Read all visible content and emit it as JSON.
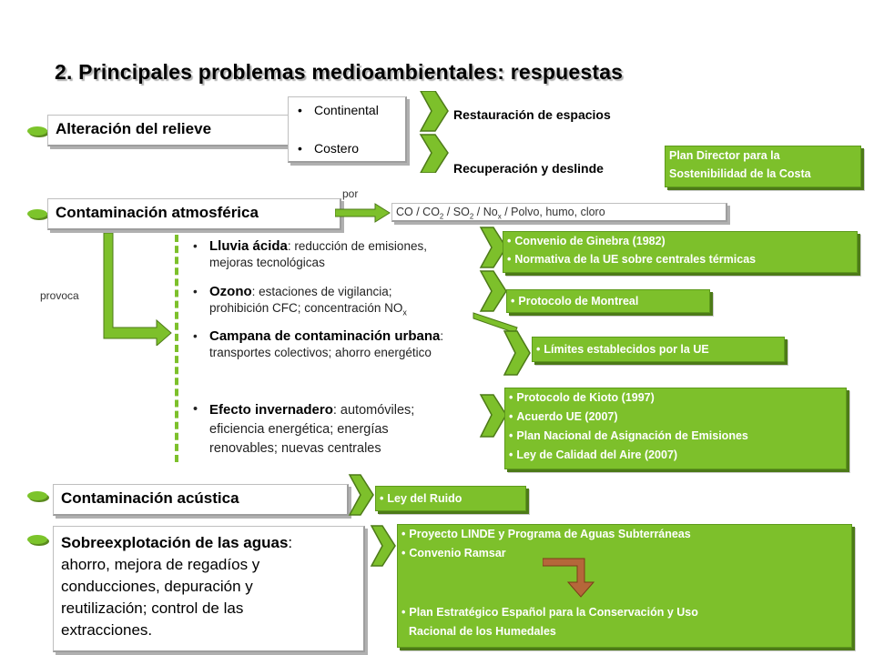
{
  "title": "2. Principales problemas medioambientales: respuestas",
  "relieve": {
    "label": "Alteración del relieve",
    "items": [
      "Continental",
      "Costero"
    ],
    "responses": [
      "Restauración de espacios",
      "Recuperación y deslinde"
    ],
    "plan": [
      "Plan Director para la",
      "Sostenibilidad de la Costa"
    ]
  },
  "atmosferica": {
    "label": "Contaminación atmosférica",
    "por": "por",
    "provoca": "provoca",
    "pollutants": {
      "co": "CO / CO",
      "sub2": "2",
      "so": " / SO",
      "no": " / No",
      "subx": "x",
      "rest": " / Polvo, humo, cloro"
    },
    "effects": [
      {
        "head": "Lluvia ácida",
        "text1": ": reducción de emisiones,",
        "text2": "mejoras tecnológicas"
      },
      {
        "head": "Ozono",
        "text1": ": estaciones de vigilancia;",
        "text2": "prohibición CFC; concentración NO",
        "sub": "x"
      },
      {
        "head": "Campana de contaminación urbana",
        "text1": ":",
        "text2": "transportes colectivos; ahorro energético"
      },
      {
        "head": "Efecto invernadero",
        "text1": ": automóviles;",
        "text2": "eficiencia energética; energías",
        "text3": "renovables; nuevas centrales"
      }
    ],
    "box1": [
      "Convenio de Ginebra (1982)",
      "Normativa de la UE sobre centrales térmicas"
    ],
    "box2": [
      "Protocolo de Montreal"
    ],
    "box3": [
      "Límites establecidos por la UE"
    ],
    "box4": [
      "Protocolo de Kioto (1997)",
      "Acuerdo UE (2007)",
      "Plan Nacional de Asignación de Emisiones",
      "Ley de Calidad del Aire (2007)"
    ]
  },
  "acustica": {
    "label": "Contaminación acústica",
    "box": [
      "Ley del Ruido"
    ]
  },
  "aguas": {
    "head": "Sobreexplotación de las aguas",
    "lines": [
      ":",
      "ahorro, mejora de regadíos y",
      "conducciones, depuración y",
      "reutilización; control de las",
      "extracciones."
    ],
    "box": [
      "Proyecto LINDE y Programa de Aguas Subterráneas",
      "Convenio Ramsar"
    ],
    "box_b": [
      "Plan Estratégico Español para la Conservación y Uso",
      "Racional de los Humedales"
    ]
  },
  "colors": {
    "accent": "#7dc02b",
    "accent_dark": "#4d7a18",
    "brown_arrow": "#a0522d"
  }
}
